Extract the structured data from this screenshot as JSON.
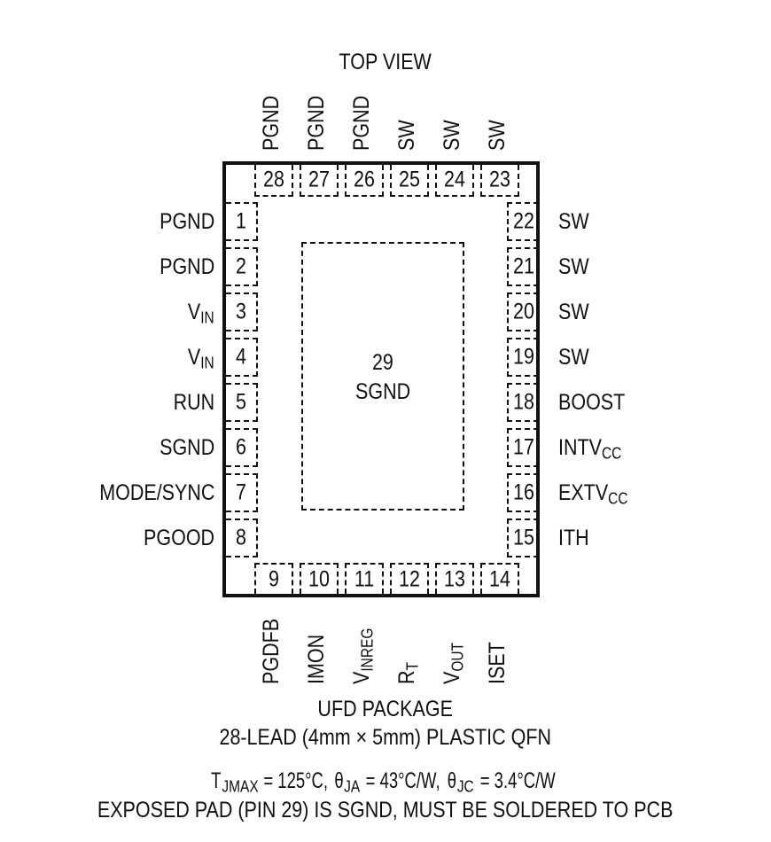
{
  "title": "TOP VIEW",
  "center": {
    "pin": "29",
    "name": "SGND"
  },
  "pins_top": [
    {
      "num": "28",
      "label": "PGND"
    },
    {
      "num": "27",
      "label": "PGND"
    },
    {
      "num": "26",
      "label": "PGND"
    },
    {
      "num": "25",
      "label": "SW"
    },
    {
      "num": "24",
      "label": "SW"
    },
    {
      "num": "23",
      "label": "SW"
    }
  ],
  "pins_left": [
    {
      "num": "1",
      "label": "PGND",
      "sub": ""
    },
    {
      "num": "2",
      "label": "PGND",
      "sub": ""
    },
    {
      "num": "3",
      "label": "V",
      "sub": "IN"
    },
    {
      "num": "4",
      "label": "V",
      "sub": "IN"
    },
    {
      "num": "5",
      "label": "RUN",
      "sub": ""
    },
    {
      "num": "6",
      "label": "SGND",
      "sub": ""
    },
    {
      "num": "7",
      "label": "MODE/SYNC",
      "sub": ""
    },
    {
      "num": "8",
      "label": "PGOOD",
      "sub": ""
    }
  ],
  "pins_right": [
    {
      "num": "22",
      "label": "SW",
      "sub": ""
    },
    {
      "num": "21",
      "label": "SW",
      "sub": ""
    },
    {
      "num": "20",
      "label": "SW",
      "sub": ""
    },
    {
      "num": "19",
      "label": "SW",
      "sub": ""
    },
    {
      "num": "18",
      "label": "BOOST",
      "sub": ""
    },
    {
      "num": "17",
      "label": "INTV",
      "sub": "CC"
    },
    {
      "num": "16",
      "label": "EXTV",
      "sub": "CC"
    },
    {
      "num": "15",
      "label": "ITH",
      "sub": ""
    }
  ],
  "pins_bottom": [
    {
      "num": "9",
      "label": "PGDFB",
      "sub": ""
    },
    {
      "num": "10",
      "label": "IMON",
      "sub": ""
    },
    {
      "num": "11",
      "label": "V",
      "sub": "INREG"
    },
    {
      "num": "12",
      "label": "R",
      "sub": "T"
    },
    {
      "num": "13",
      "label": "V",
      "sub": "OUT"
    },
    {
      "num": "14",
      "label": "ISET",
      "sub": ""
    }
  ],
  "package": {
    "line1": "UFD PACKAGE",
    "line2": "28-LEAD (4mm × 5mm) PLASTIC QFN"
  },
  "thermal": {
    "tj_label": "T",
    "tj_sub": "JMAX",
    "tj_value": " = 125°C, ",
    "theta_ja_label": "θ",
    "theta_ja_sub": "JA",
    "theta_ja_value": " = 43°C/W, ",
    "theta_jc_label": "θ",
    "theta_jc_sub": "JC",
    "theta_jc_value": " = 3.4°C/W"
  },
  "exposed_pad_note": "EXPOSED PAD (PIN 29) IS SGND, MUST BE SOLDERED TO PCB"
}
